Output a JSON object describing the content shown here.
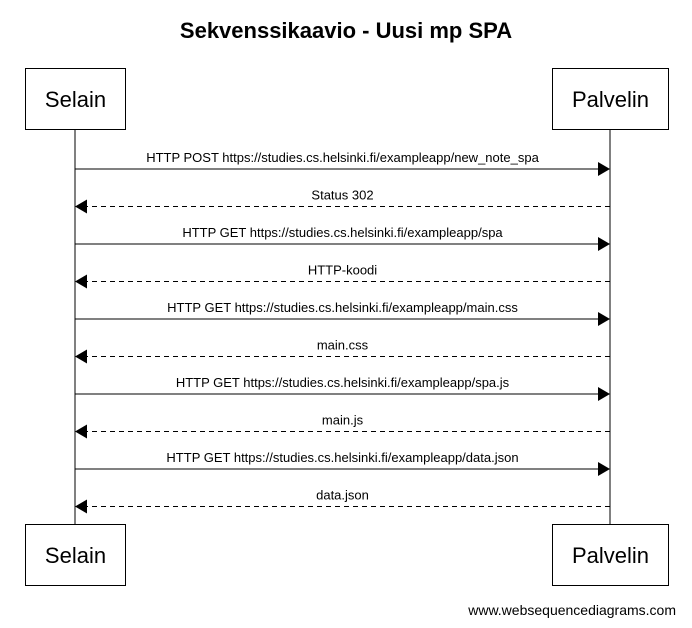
{
  "title": "Sekvenssikaavio - Uusi mp SPA",
  "participants": [
    {
      "id": "selain",
      "label": "Selain"
    },
    {
      "id": "palvelin",
      "label": "Palvelin"
    }
  ],
  "messages": [
    {
      "from": "selain",
      "to": "palvelin",
      "style": "solid",
      "label": "HTTP POST https://studies.cs.helsinki.fi/exampleapp/new_note_spa"
    },
    {
      "from": "palvelin",
      "to": "selain",
      "style": "dashed",
      "label": "Status 302"
    },
    {
      "from": "selain",
      "to": "palvelin",
      "style": "solid",
      "label": "HTTP GET https://studies.cs.helsinki.fi/exampleapp/spa"
    },
    {
      "from": "palvelin",
      "to": "selain",
      "style": "dashed",
      "label": "HTTP-koodi"
    },
    {
      "from": "selain",
      "to": "palvelin",
      "style": "solid",
      "label": "HTTP GET https://studies.cs.helsinki.fi/exampleapp/main.css"
    },
    {
      "from": "palvelin",
      "to": "selain",
      "style": "dashed",
      "label": "main.css"
    },
    {
      "from": "selain",
      "to": "palvelin",
      "style": "solid",
      "label": "HTTP GET https://studies.cs.helsinki.fi/exampleapp/spa.js"
    },
    {
      "from": "palvelin",
      "to": "selain",
      "style": "dashed",
      "label": "main.js"
    },
    {
      "from": "selain",
      "to": "palvelin",
      "style": "solid",
      "label": "HTTP GET https://studies.cs.helsinki.fi/exampleapp/data.json"
    },
    {
      "from": "palvelin",
      "to": "selain",
      "style": "dashed",
      "label": "data.json"
    }
  ],
  "watermark": "www.websequencediagrams.com"
}
